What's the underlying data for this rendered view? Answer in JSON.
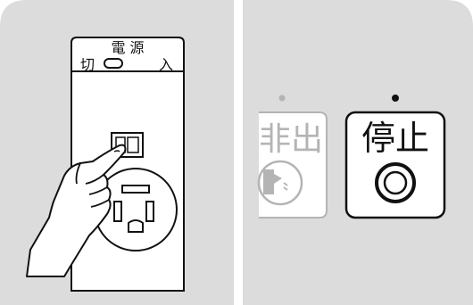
{
  "left_panel": {
    "power_label": {
      "title": "電 源",
      "off": "切",
      "on": "入"
    },
    "icons": [
      "hand-pressing-switch-icon",
      "power-outlet-icon",
      "rocker-switch-icon"
    ]
  },
  "right_panel": {
    "faded_button": {
      "label": "排出",
      "visible_text": "非出"
    },
    "stop_button": {
      "label": "停止"
    },
    "icons": [
      "indicator-dot-icon",
      "stop-ring-icon",
      "eject-symbol-icon"
    ]
  },
  "colors": {
    "panel_bg": "#dcdcdc",
    "line": "#111111",
    "faded": "#b4b4b4",
    "white": "#ffffff"
  }
}
